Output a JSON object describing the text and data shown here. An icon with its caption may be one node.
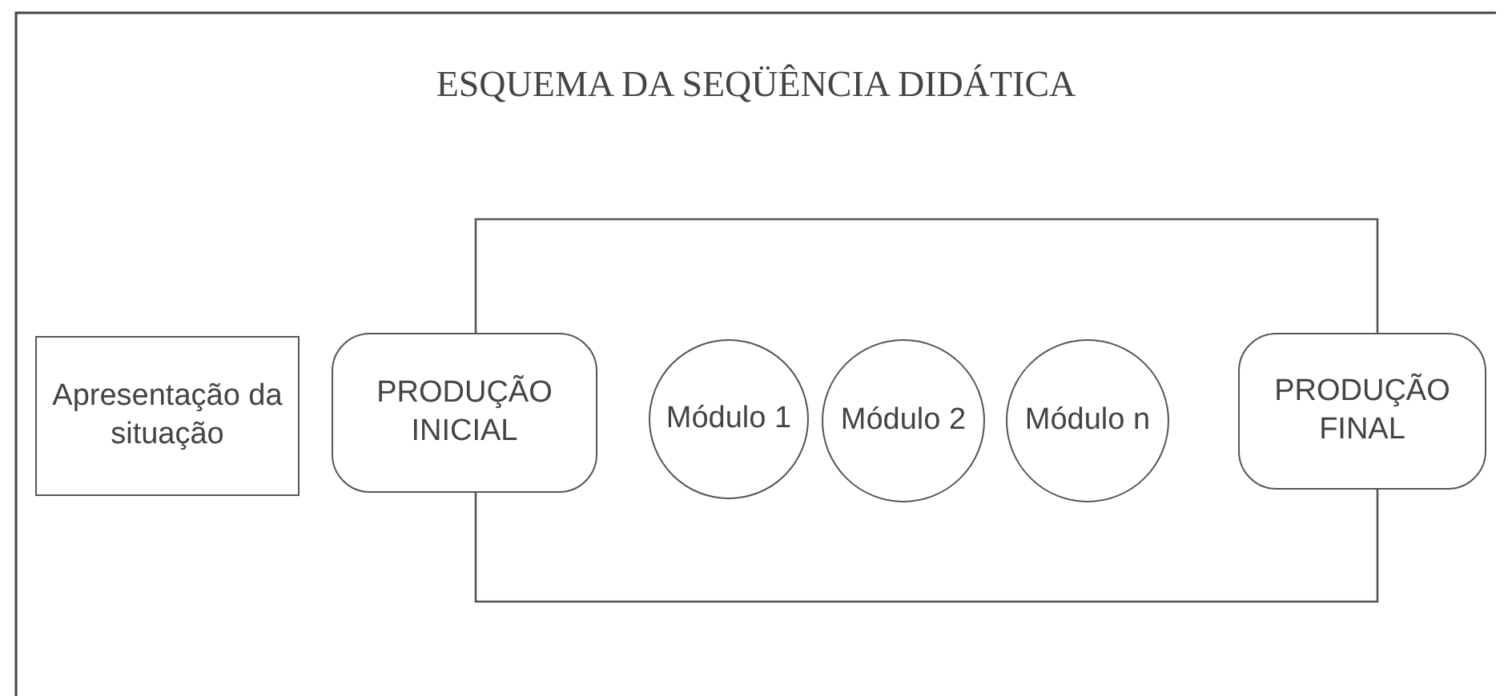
{
  "diagram": {
    "title": "ESQUEMA DA SEQÜÊNCIA DIDÁTICA",
    "nodes": [
      {
        "text": [
          "Apresentação da situação"
        ]
      },
      {
        "text": [
          "PRODUÇÃO INICIAL"
        ]
      },
      {
        "text": [
          "Módulo 1"
        ]
      },
      {
        "text": [
          "Módulo 2"
        ]
      },
      {
        "text": [
          "Módulo n"
        ]
      },
      {
        "text": [
          "PRODUÇÃO FINAL"
        ]
      }
    ],
    "edges": [
      {
        "from": 1,
        "to": 5,
        "arrow": "none"
      },
      {
        "from": 1,
        "to": 5,
        "arrow": "none"
      }
    ]
  }
}
